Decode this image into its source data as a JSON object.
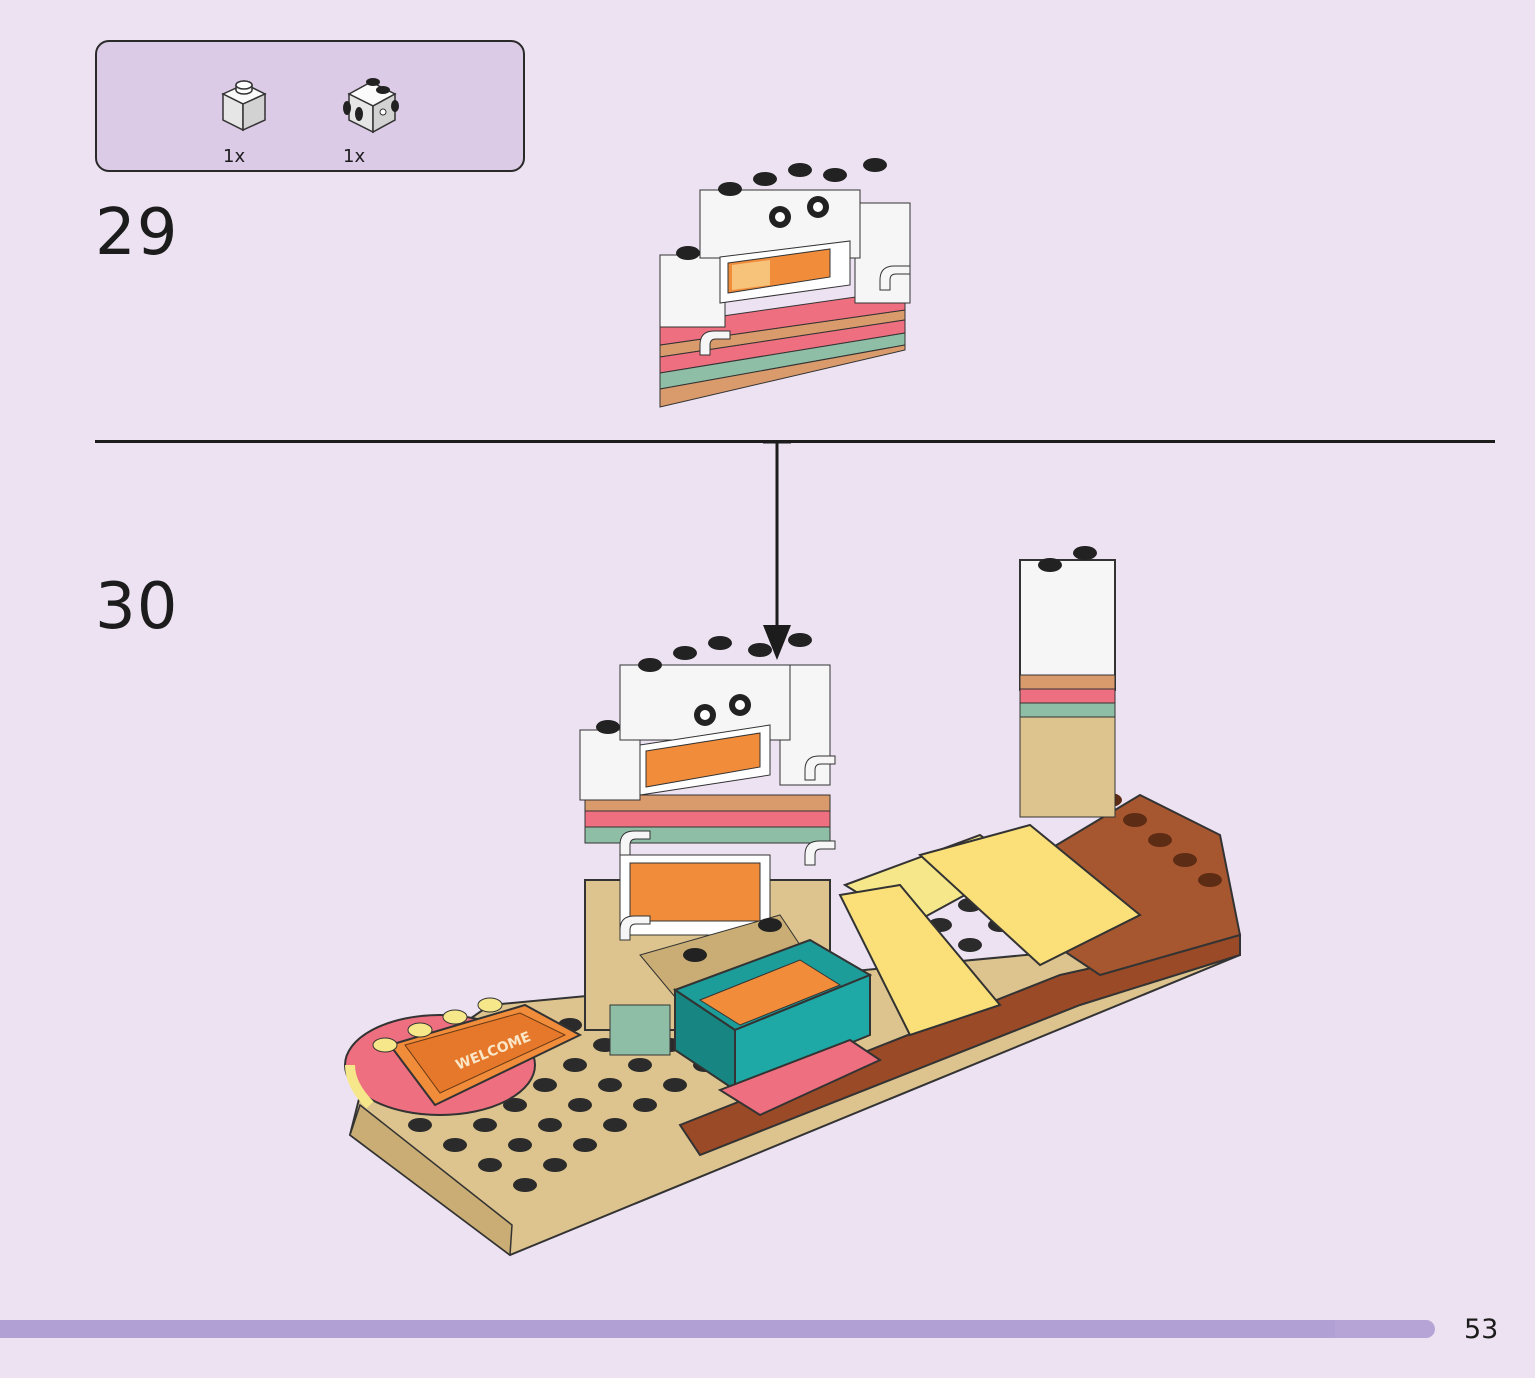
{
  "parts_callout": {
    "items": [
      {
        "name": "white 1x1 brick",
        "qty": "1x"
      },
      {
        "name": "white 1x1 brick with studs on sides",
        "qty": "1x"
      }
    ]
  },
  "steps": [
    {
      "number": "29"
    },
    {
      "number": "30"
    }
  ],
  "illustration": {
    "mat_text": "WELCOME"
  },
  "colors": {
    "background": "#ede2f2",
    "callout_fill": "#dccbe6",
    "progress_bar": "#b7a4d6",
    "white_brick": "#f6f6f6",
    "tan": "#ddc48f",
    "nougat": "#d99a6c",
    "coral_pink": "#ee6f7f",
    "sand_green": "#8fbea6",
    "reddish_brown": "#9a4a26",
    "bright_light_yellow": "#f6e88a",
    "teal": "#1c9d9a",
    "orange": "#f08c3a"
  },
  "page": {
    "number": "53",
    "progress": 0.93
  }
}
